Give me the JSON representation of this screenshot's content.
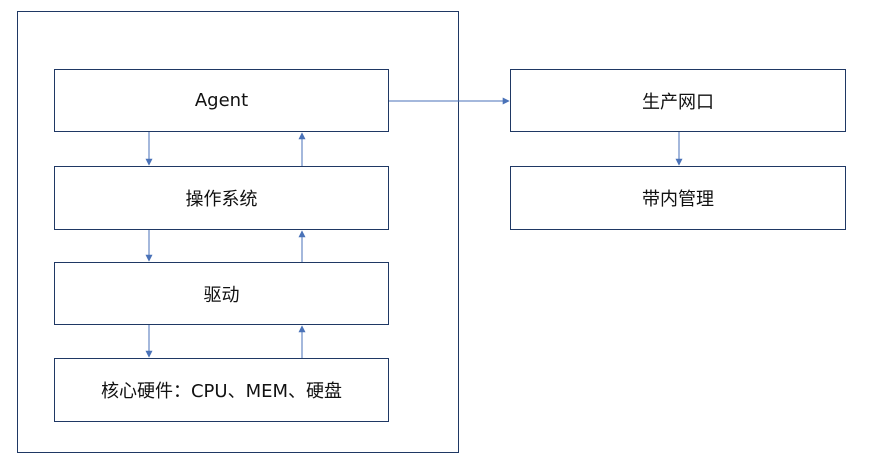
{
  "boxes": {
    "agent": "Agent",
    "os": "操作系统",
    "driver": "驱动",
    "hardware": "核心硬件：CPU、MEM、硬盘",
    "production_port": "生产网口",
    "inband_mgmt": "带内管理"
  },
  "colors": {
    "border": "#1f3864",
    "arrow": "#4a72b8"
  }
}
